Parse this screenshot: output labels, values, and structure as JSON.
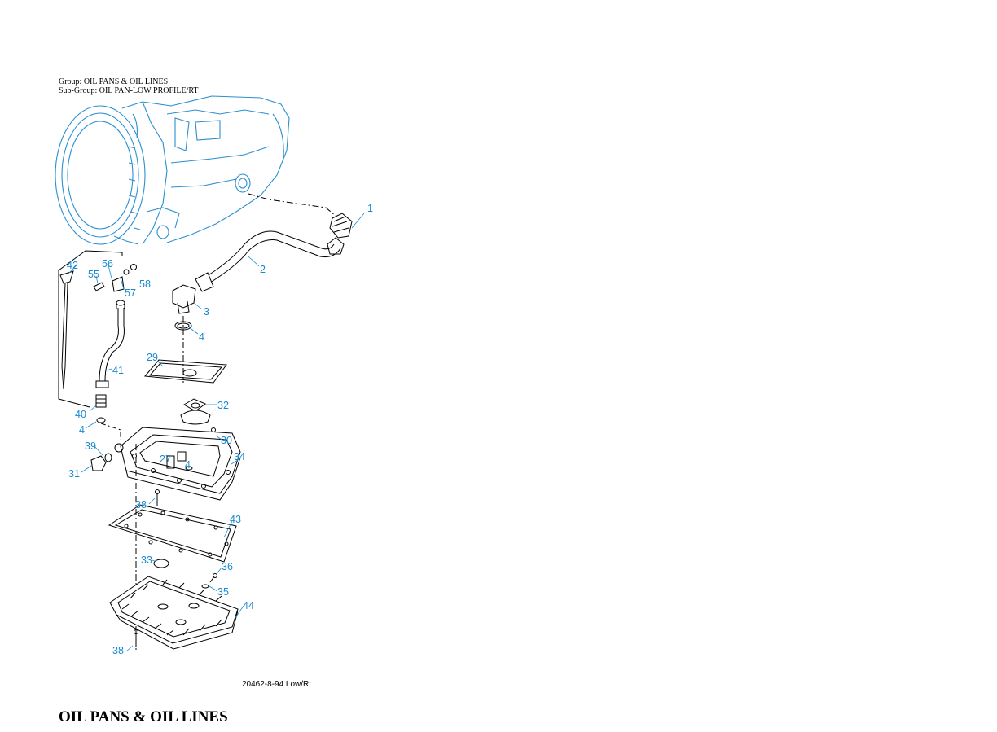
{
  "header": {
    "group": "Group: OIL PANS & OIL LINES",
    "sub_group": "Sub-Group: OIL PAN-LOW PROFILE/RT"
  },
  "figure": {
    "caption": "20462-8-94 Low/Rt",
    "callout_color": "#1a8ad0",
    "line_color": "#000000",
    "transmission_color": "#2a8fd0",
    "callouts": [
      "1",
      "2",
      "3",
      "4",
      "29",
      "32",
      "30",
      "34",
      "27",
      "4",
      "42",
      "56",
      "55",
      "57",
      "58",
      "41",
      "40",
      "4",
      "39",
      "31",
      "38",
      "43",
      "33",
      "36",
      "35",
      "44",
      "38"
    ]
  },
  "title": "OIL PANS & OIL LINES"
}
